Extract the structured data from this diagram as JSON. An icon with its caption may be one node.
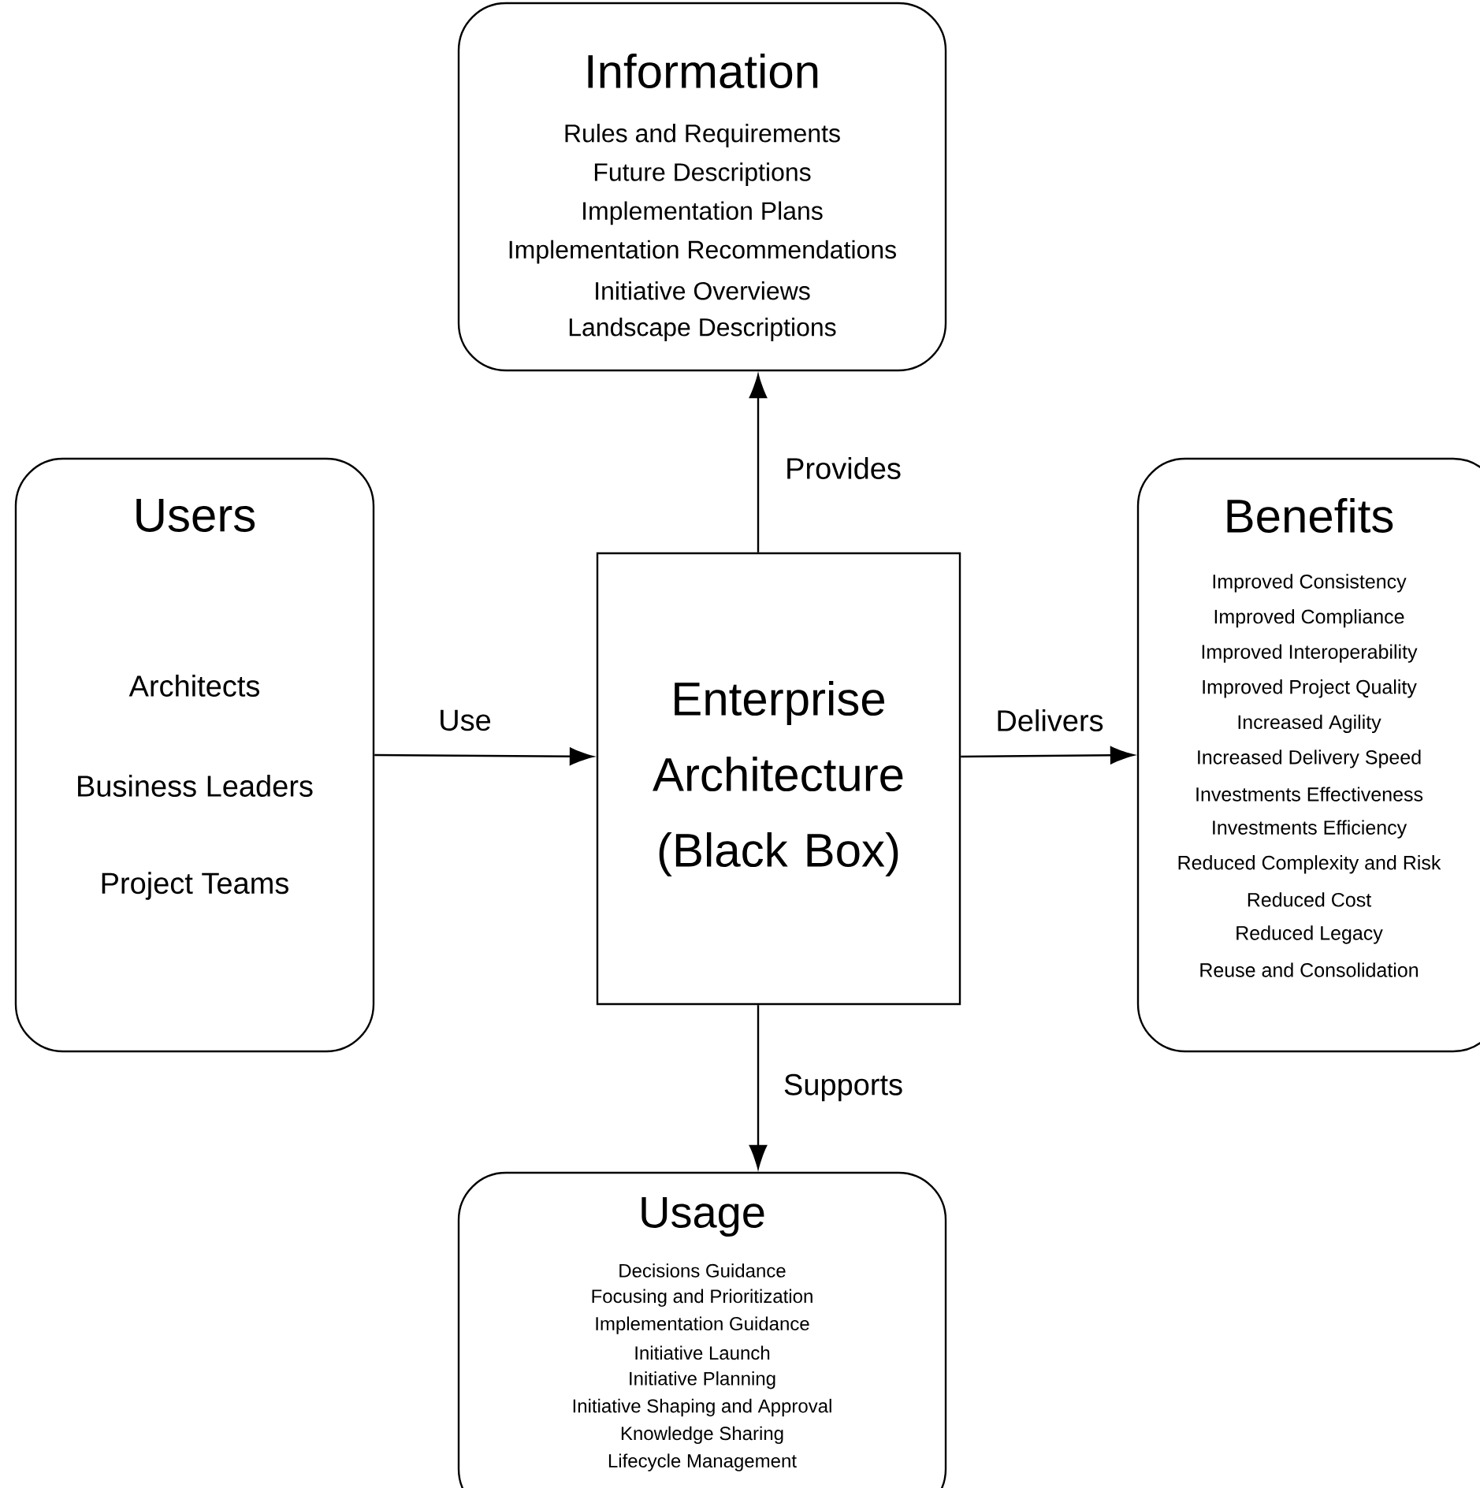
{
  "diagram": {
    "nodes": [
      {
        "text": [
          "Information",
          "Rules and Requirements",
          "Future Descriptions",
          "Implementation Plans",
          "Implementation Recommendations",
          "Initiative Overviews",
          "Landscape Descriptions"
        ]
      },
      {
        "text": [
          "Users",
          "Architects",
          "Business Leaders",
          "Project Teams"
        ]
      },
      {
        "text": [
          "Enterprise Architecture (Black Box)"
        ]
      },
      {
        "text": [
          "Benefits",
          "Improved Consistency",
          "Improved Compliance",
          "Improved Interoperability",
          "Improved Project Quality",
          "Increased Agility",
          "Increased Delivery Speed",
          "Investments Effectiveness",
          "Investments Efficiency",
          "Reduced Complexity and Risk",
          "Reduced Cost",
          "Reduced Legacy",
          "Reuse and Consolidation"
        ]
      },
      {
        "text": [
          "Usage",
          "Decisions Guidance",
          "Focusing and Prioritization",
          "Implementation Guidance",
          "Initiative Launch",
          "Initiative Planning",
          "Initiative Shaping and Approval",
          "Knowledge Sharing",
          "Lifecycle Management"
        ]
      }
    ],
    "edges": [
      {
        "from": 2,
        "to": 0,
        "arrow": "to",
        "label": "Provides"
      },
      {
        "from": 1,
        "to": 2,
        "arrow": "to",
        "label": "Use"
      },
      {
        "from": 2,
        "to": 3,
        "arrow": "to",
        "label": "Delivers"
      },
      {
        "from": 2,
        "to": 4,
        "arrow": "to",
        "label": "Supports"
      }
    ]
  }
}
